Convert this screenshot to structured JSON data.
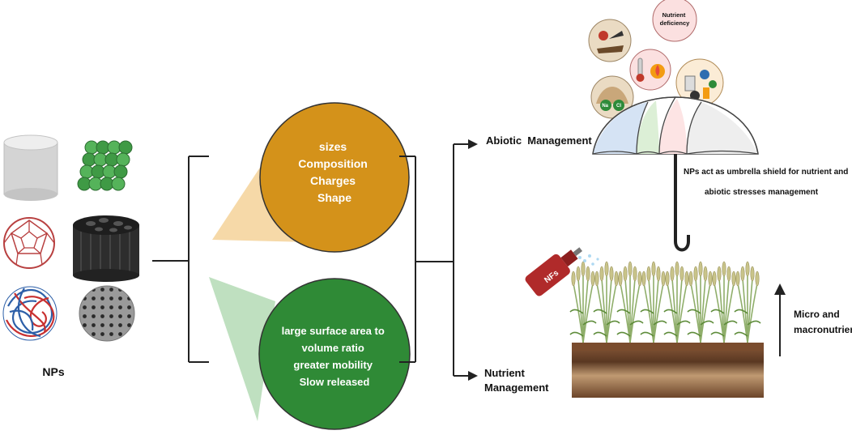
{
  "nps_label": "NPs",
  "properties": {
    "top_lines": [
      "sizes",
      "Composition",
      "Charges",
      "Shape"
    ],
    "bottom_lines": [
      "large surface area to",
      "volume ratio",
      "greater mobility",
      "Slow released"
    ]
  },
  "management": {
    "abiotic": "Abiotic  Management",
    "nutrient_line1": "Nutrient",
    "nutrient_line2": "Management"
  },
  "umbrella": {
    "caption_line1": "NPs act as umbrella shield for nutrient and",
    "caption_line2": "abiotic stresses management",
    "bubble_nutrient_line1": "Nutrient",
    "bubble_nutrient_line2": "deficiency",
    "salt_ions": [
      "Na",
      "Cl"
    ]
  },
  "field": {
    "sprayer_label": "NFs",
    "uptake_line1": "Micro and",
    "uptake_line2": "macronutrients"
  },
  "colors": {
    "top_circle": "#d4921a",
    "bottom_circle": "#2f8a36",
    "top_cone": "#f6d9a8",
    "bottom_cone": "#bfe0c0",
    "soil_dark": "#4a2e1c",
    "soil_light": "#b08564",
    "sprayer": "#b02a2a"
  }
}
